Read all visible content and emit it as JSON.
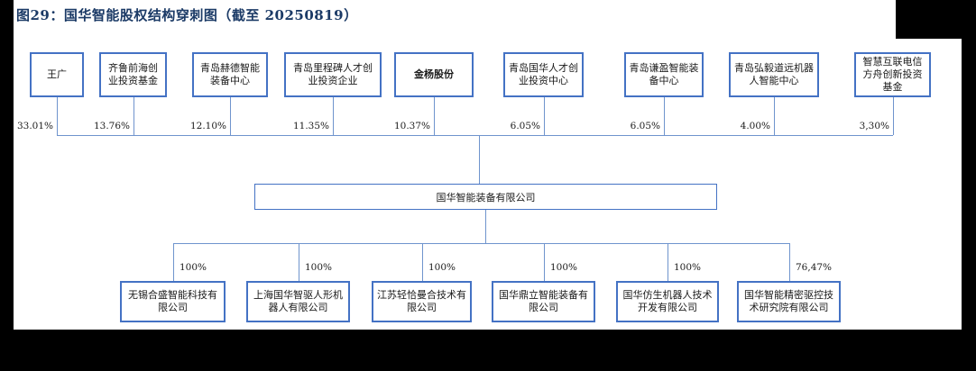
{
  "figure": {
    "title": "图29：国华智能股权结构穿刺图（截至 20250819）"
  },
  "diagram": {
    "company": {
      "name": "国华智能装备有限公司"
    },
    "shareholders": [
      {
        "name": "王广",
        "pct": "33.01%"
      },
      {
        "name": "齐鲁前海创业投资基金",
        "pct": "13.76%"
      },
      {
        "name": "青岛赫德智能装备中心",
        "pct": "12.10%"
      },
      {
        "name": "青岛里程碑人才创业投资企业",
        "pct": "11.35%"
      },
      {
        "name": "金杨股份",
        "pct": "10.37%",
        "emphasis": true
      },
      {
        "name": "青岛国华人才创业投资中心",
        "pct": "6.05%"
      },
      {
        "name": "青岛谦盈智能装备中心",
        "pct": "6.05%"
      },
      {
        "name": "青岛弘毅道远机器人智能中心",
        "pct": "4.00%"
      },
      {
        "name": "智慧互联电信方舟创新投资基金",
        "pct": "3,30%"
      }
    ],
    "subsidiaries": [
      {
        "name": "无锡合盛智能科技有限公司",
        "pct": "100%"
      },
      {
        "name": "上海国华智驱人形机器人有限公司",
        "pct": "100%"
      },
      {
        "name": "江苏轻恰曼合技术有限公司",
        "pct": "100%"
      },
      {
        "name": "国华鼎立智能装备有限公司",
        "pct": "100%"
      },
      {
        "name": "国华仿生机器人技术开发有限公司",
        "pct": "100%"
      },
      {
        "name": "国华智能精密驱控技术研究院有限公司",
        "pct": "76,47%"
      }
    ]
  },
  "colors": {
    "title_text": "#1b3a66",
    "box_border": "#4472c4",
    "connector_line": "#6f94cd",
    "page_background": "#ffffff",
    "outside_background": "#000000"
  }
}
